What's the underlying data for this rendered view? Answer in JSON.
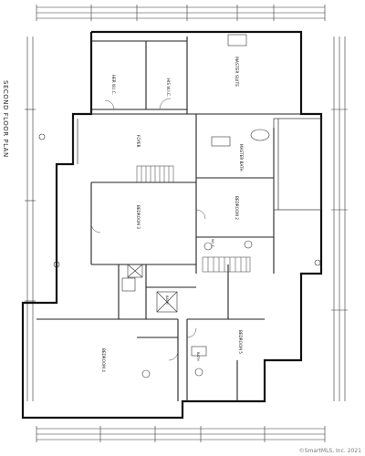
{
  "drawing": {
    "title": "SECOND FLOOR PLAN",
    "copyright": "©SmartMLS, Inc. 2021"
  },
  "rooms": [
    {
      "id": "her-wic",
      "label": "HER W.I.C."
    },
    {
      "id": "his-wic",
      "label": "HIS W.I.C."
    },
    {
      "id": "master-suite",
      "label": "MASTER SUITE"
    },
    {
      "id": "foyer",
      "label": "FOYER"
    },
    {
      "id": "master-bath",
      "label": "MASTER BATH"
    },
    {
      "id": "bedroom-2",
      "label": "BEDROOM 2"
    },
    {
      "id": "bedroom-3",
      "label": "BEDROOM 3"
    },
    {
      "id": "bedroom-4",
      "label": "BEDROOM 4"
    },
    {
      "id": "bedroom-5",
      "label": "BEDROOM 5"
    },
    {
      "id": "wic",
      "label": "W.I.C."
    },
    {
      "id": "bath-1",
      "label": "BATH"
    },
    {
      "id": "bath-2",
      "label": "BATH"
    }
  ]
}
